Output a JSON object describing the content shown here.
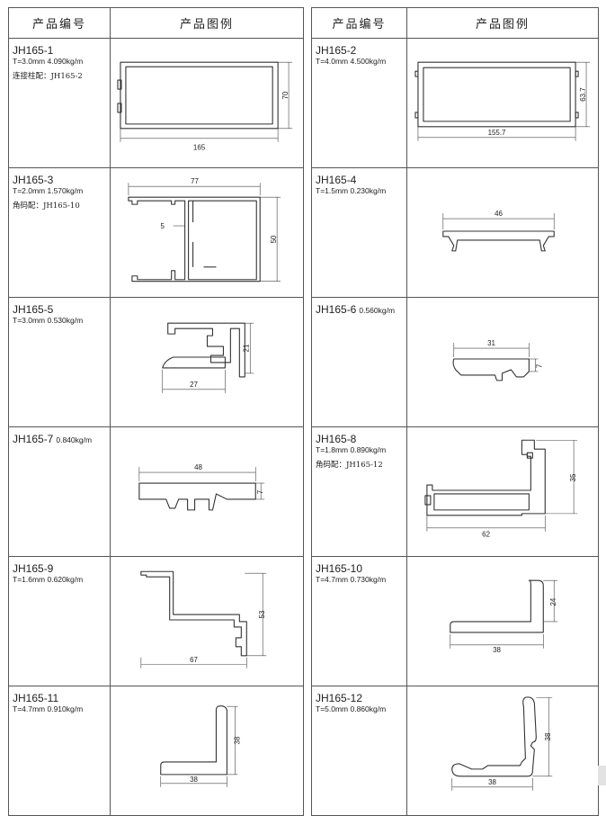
{
  "headers": {
    "code": "产品编号",
    "drawing": "产品图例"
  },
  "left": [
    {
      "code": "JH165-1",
      "spec": "T=3.0mm  4.090kg/m",
      "note": "连接柱配：JH165-2",
      "dims": [
        "165",
        "70"
      ]
    },
    {
      "code": "JH165-3",
      "spec": "T=2.0mm  1.570kg/m",
      "note": "角码配：JH165-10",
      "dims": [
        "77",
        "5",
        "50"
      ]
    },
    {
      "code": "JH165-5",
      "spec": "T=3.0mm  0.530kg/m",
      "dims": [
        "21",
        "27"
      ]
    },
    {
      "code": "JH165-7",
      "inline_spec": "0.840kg/m",
      "dims": [
        "48",
        "7"
      ]
    },
    {
      "code": "JH165-9",
      "spec": "T=1.6mm  0.620kg/m",
      "dims": [
        "53",
        "67"
      ]
    },
    {
      "code": "JH165-11",
      "spec": "T=4.7mm  0.910kg/m",
      "dims": [
        "38",
        "38"
      ]
    }
  ],
  "right": [
    {
      "code": "JH165-2",
      "spec": "T=4.0mm  4.500kg/m",
      "dims": [
        "63.7",
        "155.7"
      ]
    },
    {
      "code": "JH165-4",
      "spec": "T=1.5mm  0.230kg/m",
      "dims": [
        "46"
      ]
    },
    {
      "code": "JH165-6",
      "inline_spec": "0.560kg/m",
      "dims": [
        "31",
        "7"
      ]
    },
    {
      "code": "JH165-8",
      "spec": "T=1.8mm  0.890kg/m",
      "note": "角码配：JH165-12",
      "dims": [
        "35",
        "62"
      ]
    },
    {
      "code": "JH165-10",
      "spec": "T=4.7mm  0.730kg/m",
      "dims": [
        "24",
        "38"
      ]
    },
    {
      "code": "JH165-12",
      "spec": "T=5.0mm  0.860kg/m",
      "dims": [
        "38",
        "38"
      ]
    }
  ]
}
